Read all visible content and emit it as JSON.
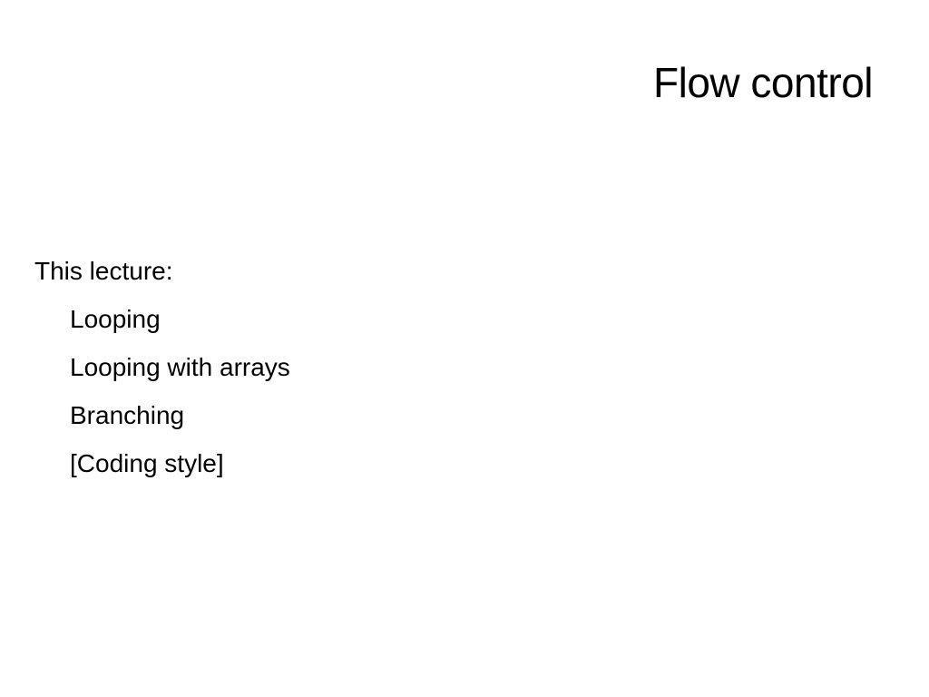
{
  "slide": {
    "title": "Flow control",
    "lead": "This lecture:",
    "items": [
      "Looping",
      "Looping with arrays",
      "Branching",
      "[Coding style]"
    ]
  }
}
